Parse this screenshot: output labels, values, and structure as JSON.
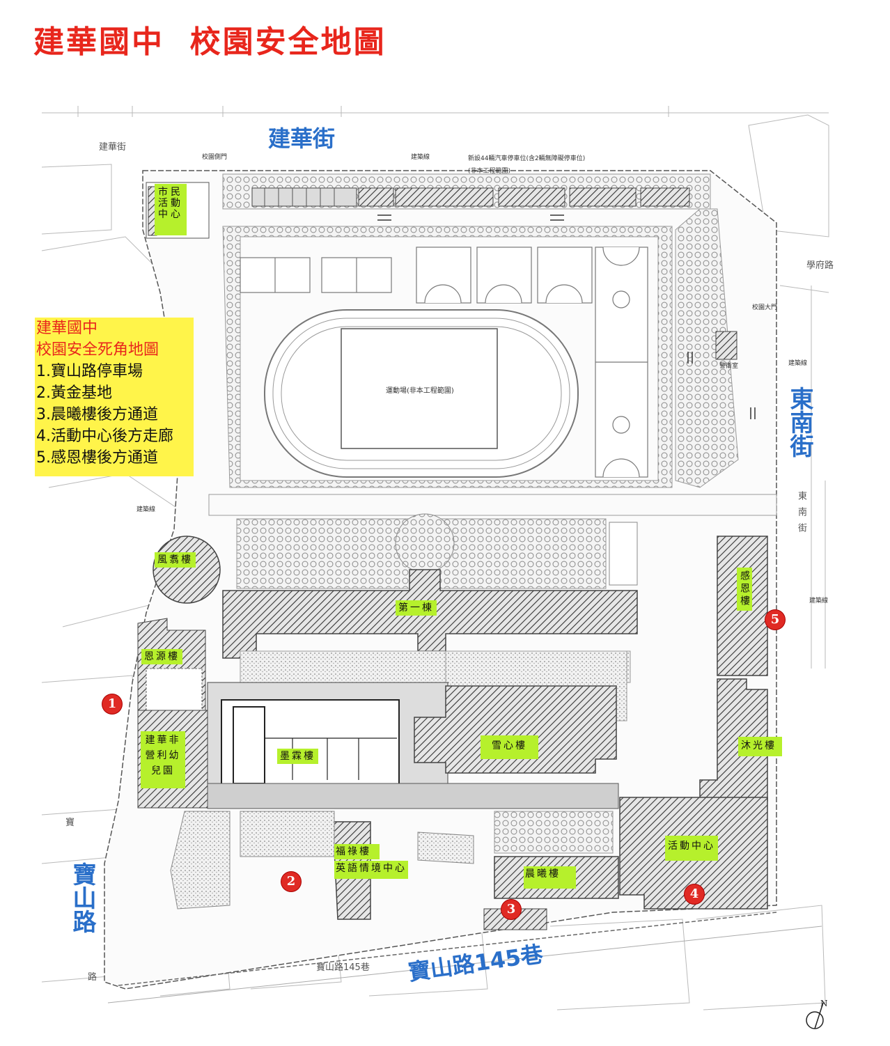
{
  "title": "建華國中  校園安全地圖",
  "streets": {
    "north": "建華街",
    "east": "東南街",
    "west": "寶山路",
    "south": "寶山路145巷"
  },
  "gray_labels": {
    "north_small": "建華街",
    "xuefu_road": "學府路",
    "east_small": "東南街",
    "west_small_1": "寶",
    "west_small_2": "路",
    "south_small": "寶山路145巷"
  },
  "small_labels": {
    "side_gate": "校園側門",
    "building_line_top": "建築線",
    "parking_note": "新設44輛汽車停車位(含2輛無障礙停車位)",
    "not_in_project": "(非本工程範圍)",
    "main_gate": "校園大門",
    "building_line_east": "建築線",
    "building_line_west": "建築線",
    "building_line_center": "建築線",
    "guard_room": "警衛室",
    "track_field": "運動場(非本工程範圍)"
  },
  "buildings": {
    "civic_center": "市民活動中心",
    "fengyi": "風翥樓",
    "enyuan": "恩源樓",
    "kindergarten": "建華非營利幼兒園",
    "first": "第一棟",
    "molin": "墨霖樓",
    "xuexin": "雪心樓",
    "ganen": "感恩樓",
    "muguang": "沐光樓",
    "fulu": "福祿樓",
    "english_center": "英語情境中心",
    "chenxi": "晨曦樓",
    "activity_center": "活動中心"
  },
  "legend": {
    "title_line1": "建華國中",
    "title_line2": "校園安全死角地圖",
    "items": [
      "1.寶山路停車場",
      "2.黃金基地",
      "3.晨曦樓後方通道",
      "4.活動中心後方走廊",
      "5.感恩樓後方通道"
    ]
  },
  "markers": [
    "1",
    "2",
    "3",
    "4",
    "5"
  ],
  "colors": {
    "title_red": "#e8261c",
    "street_blue": "#2a6fc9",
    "label_green": "#b6f02c",
    "legend_yellow": "#fff44a",
    "marker_red": "#e02a24"
  },
  "icons": [
    "north-arrow-icon",
    "traffic-arrows-icon"
  ]
}
